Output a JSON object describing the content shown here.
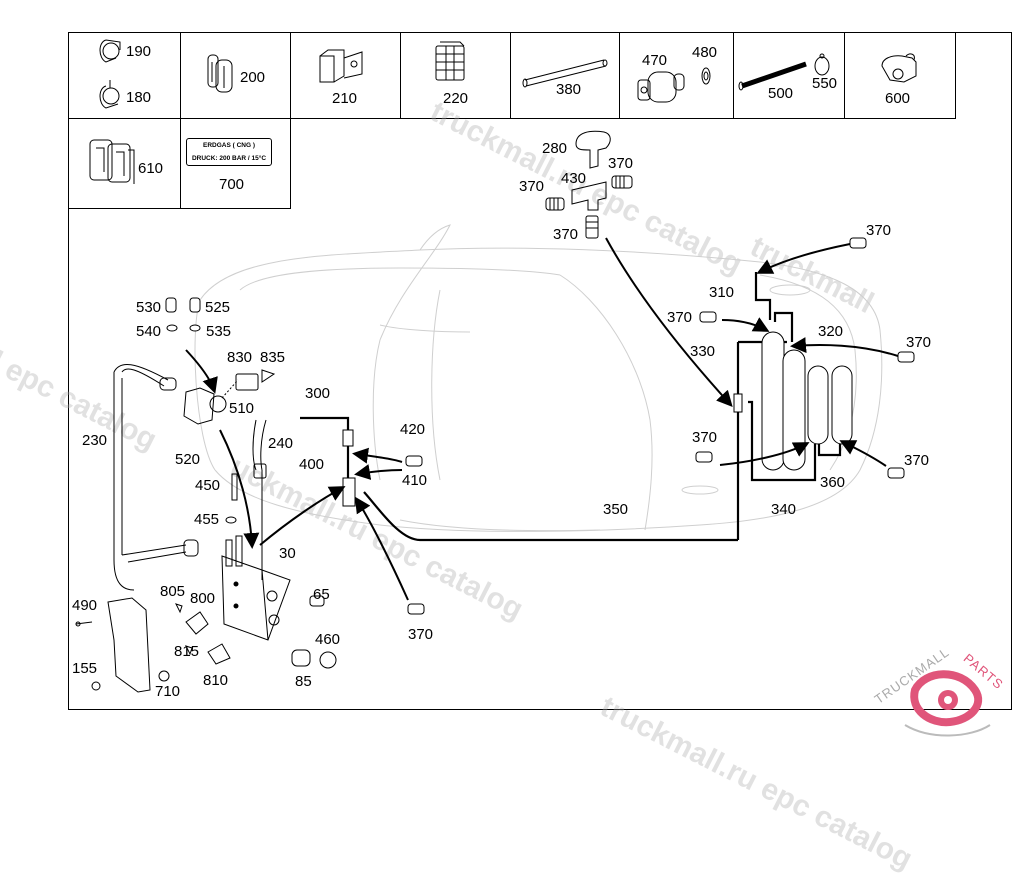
{
  "diagram": {
    "title": "Gas system parts diagram",
    "colors": {
      "line": "#000000",
      "ghost": "#cccccc",
      "watermark": "#aaaaaa",
      "logo_accent": "#e0557a",
      "logo_gray": "#999999"
    },
    "legend_cells": [
      {
        "parts": [
          "190",
          "180"
        ]
      },
      {
        "parts": [
          "200"
        ]
      },
      {
        "parts": [
          "210"
        ]
      },
      {
        "parts": [
          "220"
        ]
      },
      {
        "parts": [
          "380"
        ]
      },
      {
        "parts": [
          "470",
          "480"
        ]
      },
      {
        "parts": [
          "500",
          "550"
        ]
      },
      {
        "parts": [
          "600"
        ]
      },
      {
        "parts": [
          "610"
        ]
      },
      {
        "parts": [
          "700"
        ]
      }
    ],
    "plate": {
      "line1": "ERDGAS ( CNG )",
      "line2": "DRUCK: 200 BAR / 15°C"
    },
    "callouts": {
      "p280": "280",
      "p370": "370",
      "p430": "430",
      "p310": "310",
      "p320": "320",
      "p330": "330",
      "p340": "340",
      "p350": "350",
      "p360": "360",
      "p300": "300",
      "p400": "400",
      "p410": "410",
      "p420": "420",
      "p240": "240",
      "p230": "230",
      "p520": "520",
      "p510": "510",
      "p530": "530",
      "p525": "525",
      "p540": "540",
      "p535": "535",
      "p830": "830",
      "p835": "835",
      "p450": "450",
      "p455": "455",
      "p30": "30",
      "p65": "65",
      "p460": "460",
      "p85": "85",
      "p805": "805",
      "p800": "800",
      "p815": "815",
      "p810": "810",
      "p490": "490",
      "p155": "155",
      "p710": "710"
    },
    "watermarks": [
      "truckmall.ru epc catalog",
      "truckmall.ru epc catalog",
      "l epc catalog",
      "uckmall.ru epc catalog",
      "truckmall"
    ],
    "logo": {
      "brand_a": "TRUCKMALL",
      "brand_b": "PARTS"
    }
  }
}
